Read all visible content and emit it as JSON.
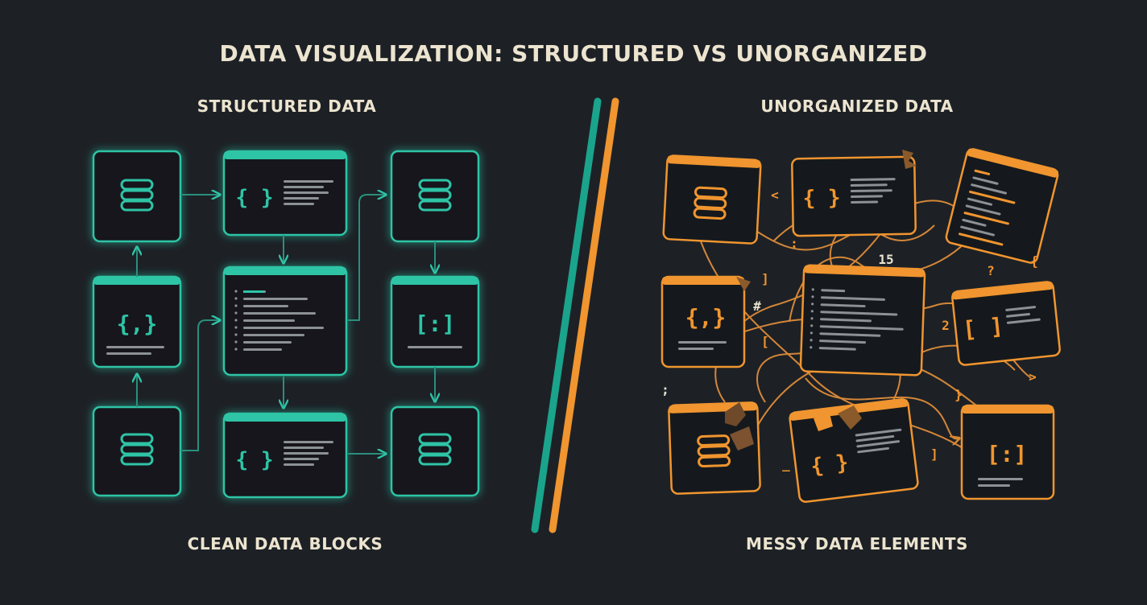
{
  "title": "DATA VISUALIZATION: STRUCTURED VS UNORGANIZED",
  "structured": {
    "heading": "STRUCTURED DATA",
    "caption": "CLEAN DATA BLOCKS",
    "color": "#2ec4a6",
    "blocks": [
      {
        "id": "database-top-left",
        "icon": "database-icon"
      },
      {
        "id": "code-top-center",
        "icon": "curly-braces-icon",
        "glyph": "{ }"
      },
      {
        "id": "database-top-right",
        "icon": "database-icon"
      },
      {
        "id": "object-mid-left",
        "icon": "object-braces-icon",
        "glyph": "{,}"
      },
      {
        "id": "code-list-center",
        "icon": "code-lines-icon"
      },
      {
        "id": "array-mid-right",
        "icon": "array-brackets-icon",
        "glyph": "[:]"
      },
      {
        "id": "database-bottom-left",
        "icon": "database-icon"
      },
      {
        "id": "code-bottom-center",
        "icon": "curly-braces-icon",
        "glyph": "{ }"
      },
      {
        "id": "database-bottom-right",
        "icon": "database-icon"
      }
    ]
  },
  "unorganized": {
    "heading": "UNORGANIZED DATA",
    "caption": "MESSY DATA ELEMENTS",
    "color": "#f0952f",
    "blocks": [
      {
        "id": "database-top",
        "icon": "database-icon"
      },
      {
        "id": "code-top",
        "icon": "curly-braces-icon",
        "glyph": "{ }"
      },
      {
        "id": "code-list-tilted",
        "icon": "code-lines-icon"
      },
      {
        "id": "object-mid",
        "icon": "object-braces-icon",
        "glyph": "{,}"
      },
      {
        "id": "code-list-center",
        "icon": "code-lines-icon"
      },
      {
        "id": "array-mid",
        "icon": "array-brackets-icon",
        "glyph": "[ ]"
      },
      {
        "id": "database-bottom",
        "icon": "database-icon"
      },
      {
        "id": "code-bottom",
        "icon": "curly-braces-icon",
        "glyph": "{ }"
      },
      {
        "id": "array-bottom",
        "icon": "array-brackets-icon",
        "glyph": "[:]"
      }
    ],
    "scattered_glyphs": [
      "<",
      ":",
      "15",
      "?",
      "{",
      "]",
      "#",
      "2",
      "[",
      ">",
      ";",
      "}",
      "_",
      "]"
    ]
  },
  "divider_colors": [
    "#1aa48c",
    "#f0952f"
  ]
}
